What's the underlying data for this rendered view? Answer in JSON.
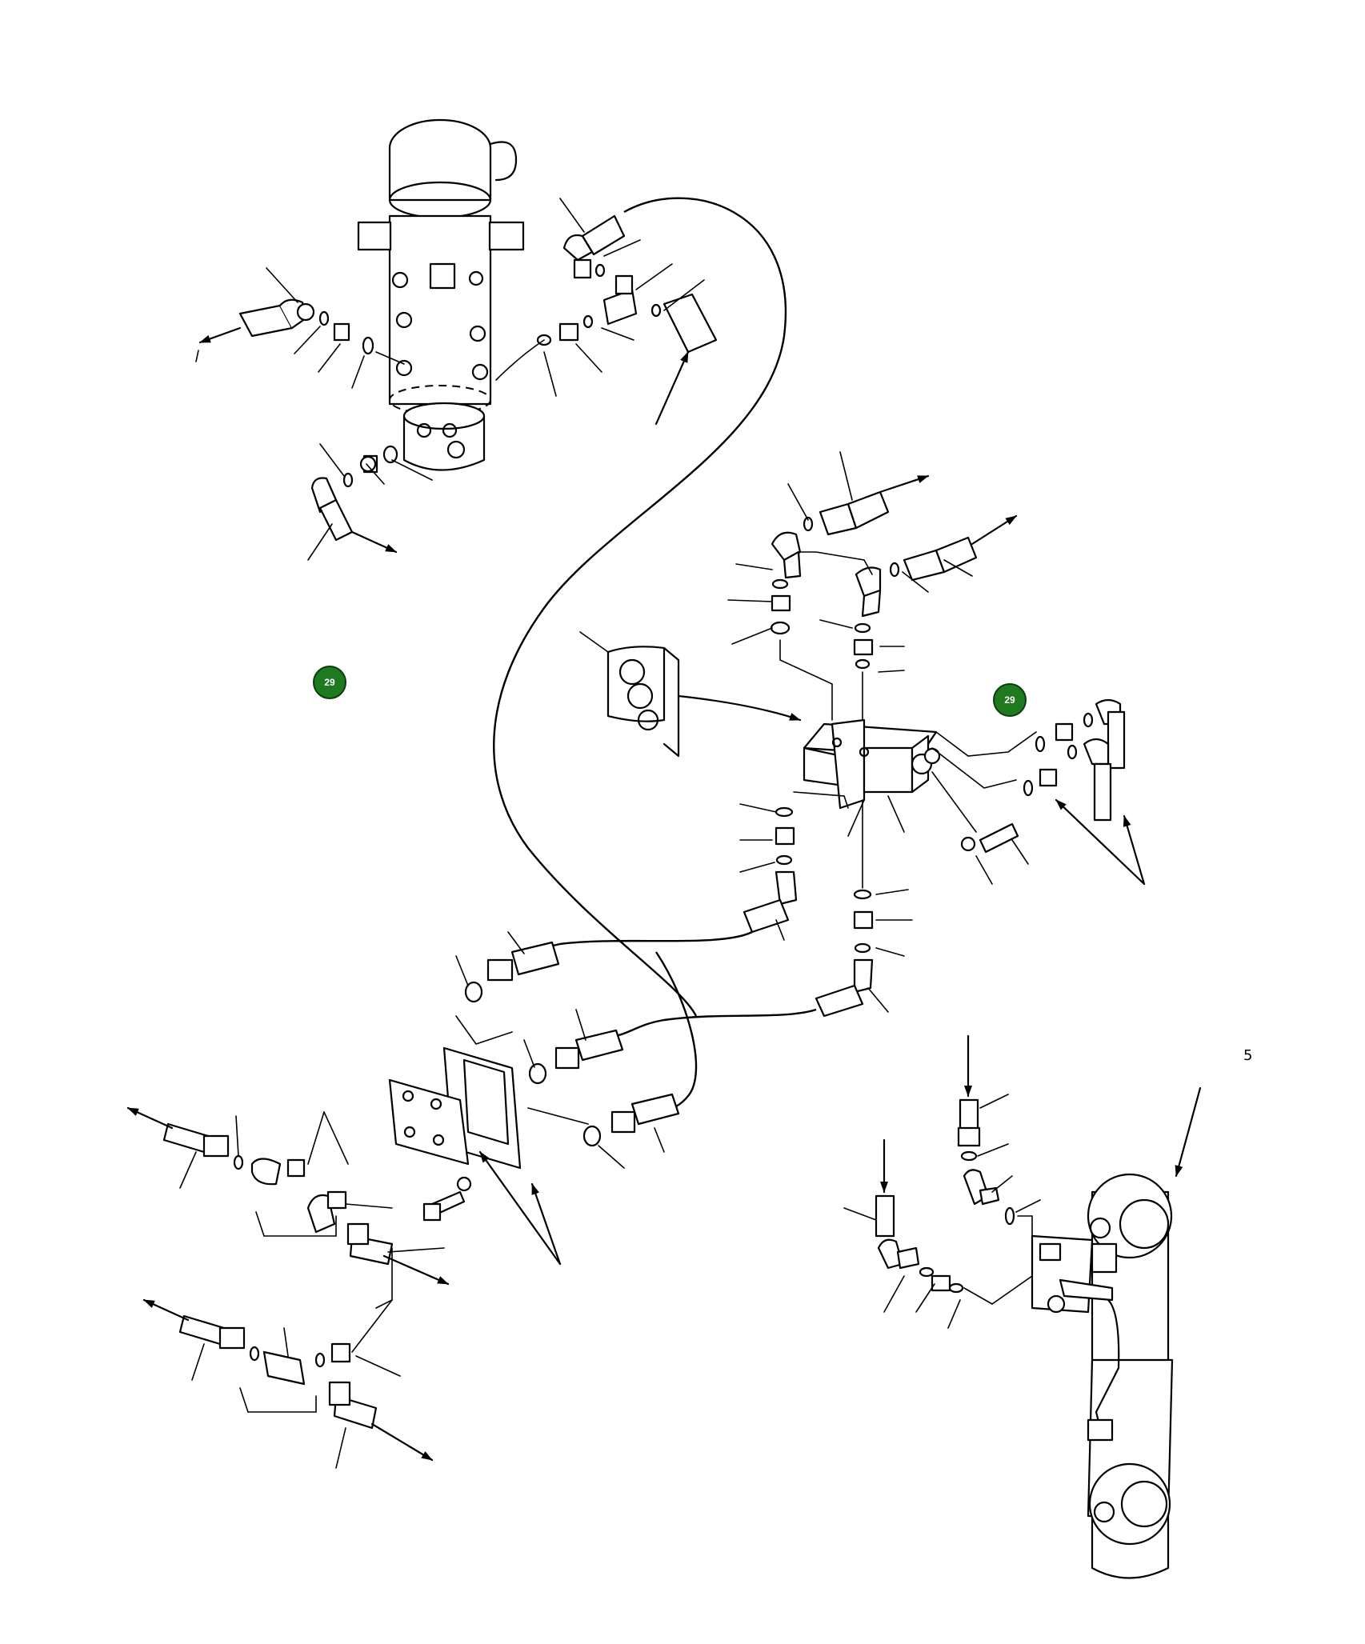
{
  "figure": {
    "callouts": [
      {
        "id": "callout-left",
        "label": "29"
      },
      {
        "id": "callout-right",
        "label": "29"
      }
    ],
    "margin_mark": "5"
  },
  "colors": {
    "line": "#000000",
    "background": "#ffffff",
    "callout_fill": "#1f7a1f"
  },
  "icons": {
    "callout": "green-circle-callout",
    "arrow": "flow-arrow"
  }
}
